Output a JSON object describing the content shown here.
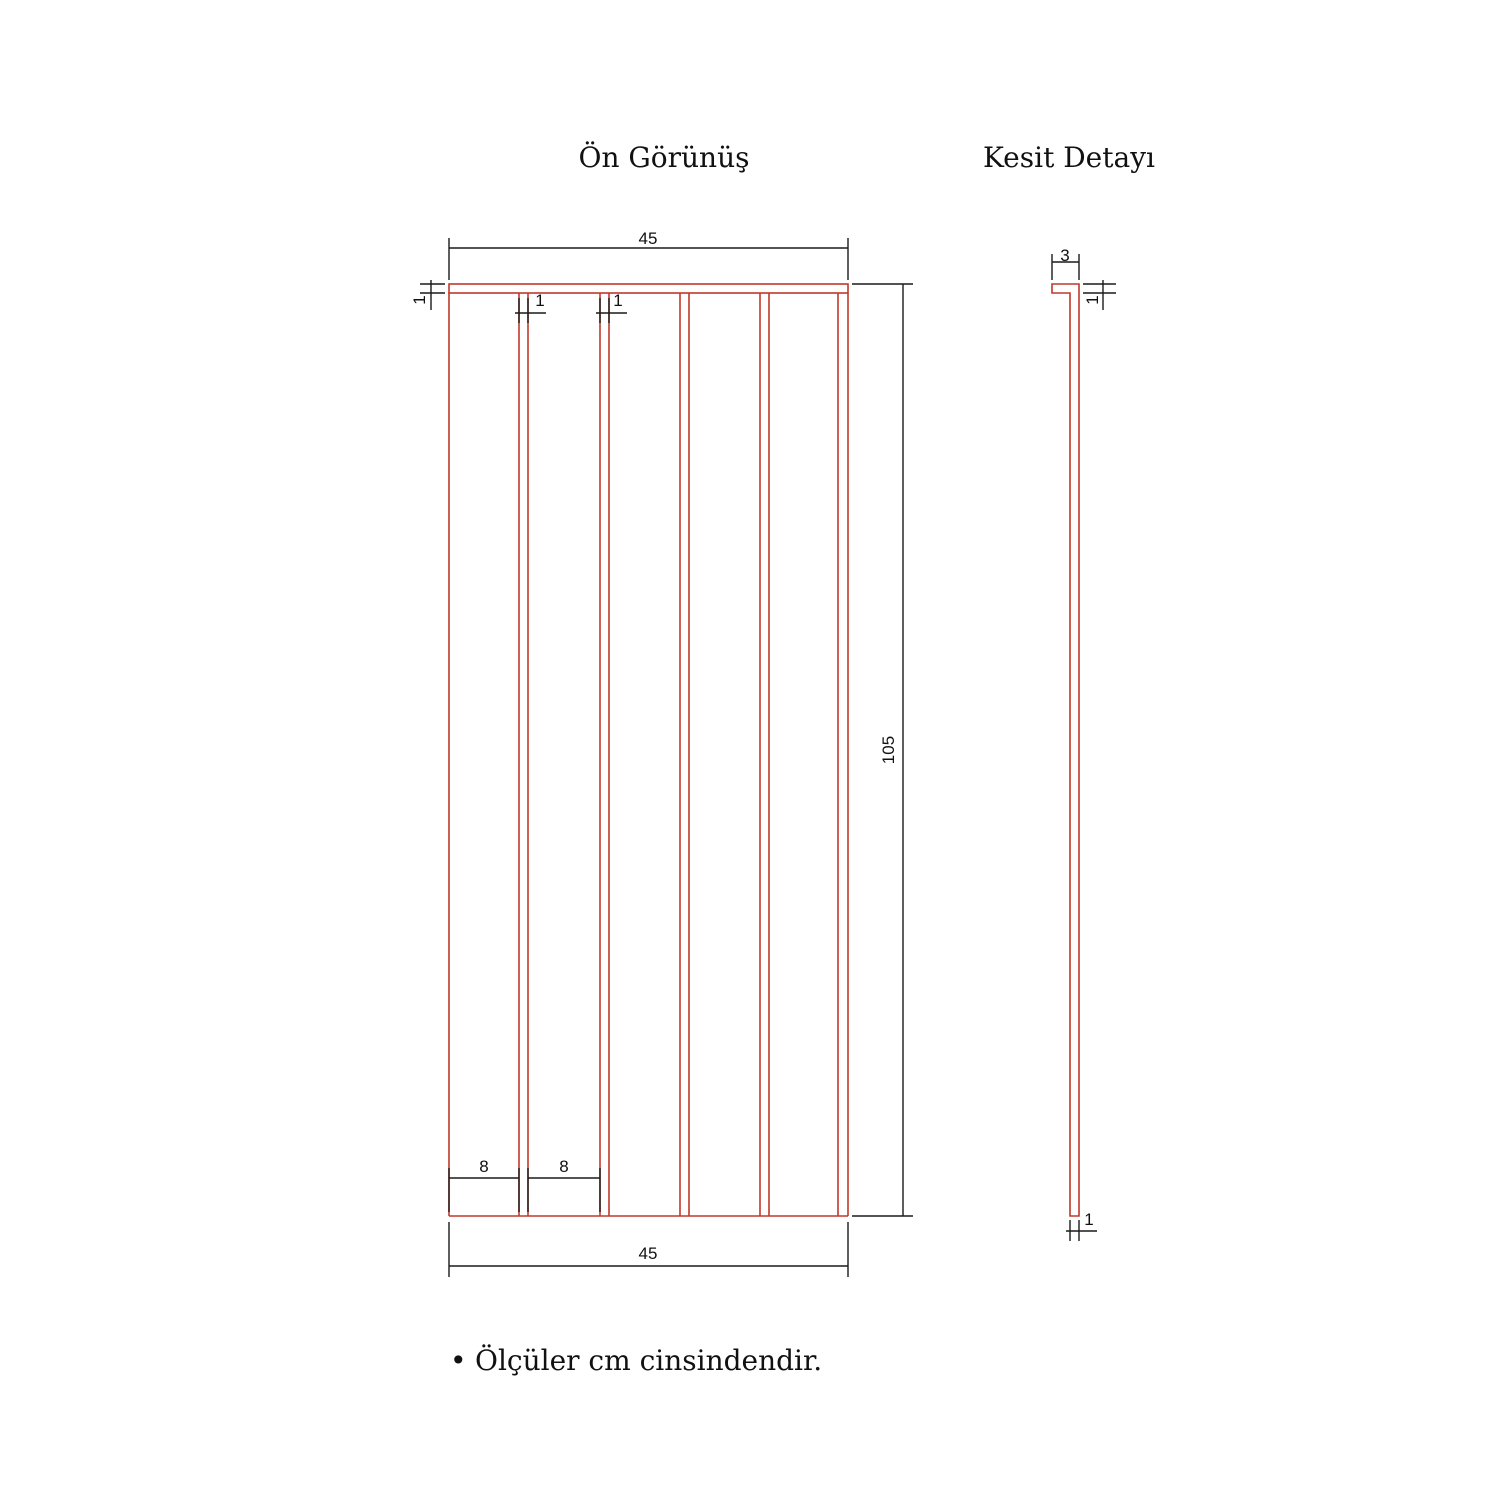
{
  "titles": {
    "front_view": "Ön Görünüş",
    "section_detail": "Kesit Detayı"
  },
  "front_view": {
    "dim_top_width": "45",
    "dim_bottom_width": "45",
    "dim_height": "105",
    "dim_cap_thickness": "1",
    "dim_slat_1": "1",
    "dim_slat_2": "1",
    "dim_gap_1": "8",
    "dim_gap_2": "8"
  },
  "section_detail": {
    "dim_cap_depth": "3",
    "dim_cap_thickness": "1",
    "dim_panel_thickness": "1"
  },
  "note": {
    "bullet": "•",
    "text": "Ölçüler cm cinsindendir."
  },
  "colors": {
    "outline": "#c0392b",
    "dimension": "#1a1a1a"
  }
}
